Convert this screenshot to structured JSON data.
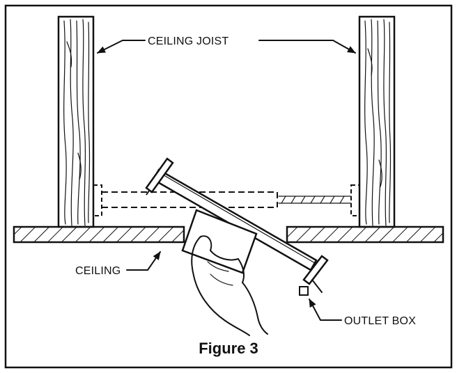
{
  "labels": {
    "ceiling_joist": "CEILING JOIST",
    "ceiling": "CEILING",
    "outlet_box": "OUTLET BOX"
  },
  "caption": "Figure 3",
  "icons": [
    "left-joist-icon",
    "right-joist-icon",
    "hanger-bar-icon",
    "hand-icon",
    "outlet-box-icon"
  ],
  "colors": {
    "ink": "#111111",
    "background": "#ffffff"
  }
}
